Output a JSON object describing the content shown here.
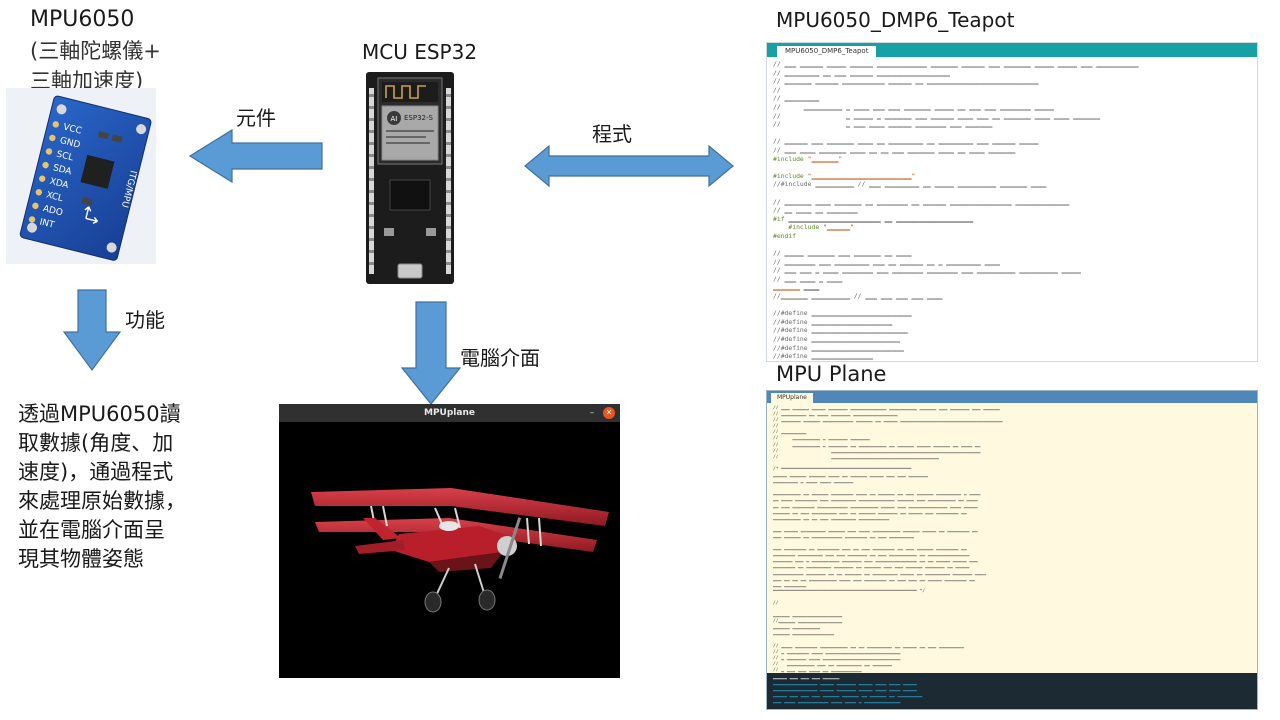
{
  "mpu": {
    "title": "MPU6050",
    "subtitle_line1": "(三軸陀螺儀+",
    "subtitle_line2": "三軸加速度)",
    "board_text": "ITG/MPU",
    "pins": [
      "VCC",
      "GND",
      "SCL",
      "SDA",
      "XDA",
      "XCL",
      "ADO",
      "INT"
    ]
  },
  "mcu": {
    "title": "MCU ESP32",
    "module_label": "ESP32-S",
    "brand": "AI"
  },
  "teapot": {
    "title": "MPU6050_DMP6_Teapot",
    "tab": "MPU6050_DMP6_Teapot"
  },
  "plane": {
    "title": "MPU Plane",
    "tab": "MPUplane",
    "window_title": "MPUplane"
  },
  "arrows": {
    "component": "元件",
    "program": "程式",
    "function": "功能",
    "pc_interface": "電腦介面"
  },
  "description": {
    "line1": "透過MPU6050讀",
    "line2": "取數據(角度、加",
    "line3": "速度)，通過程式",
    "line4": "來處理原始數據，",
    "line5": "並在電腦介面呈",
    "line6": "現其物體姿態"
  },
  "colors": {
    "arrow": "#5b9bd5",
    "arrow_border": "#41719c",
    "board": "#1f56b8",
    "esp_board": "#1c1c1c",
    "ide_bar": "#17a1a5",
    "plane_red": "#c0242f"
  }
}
